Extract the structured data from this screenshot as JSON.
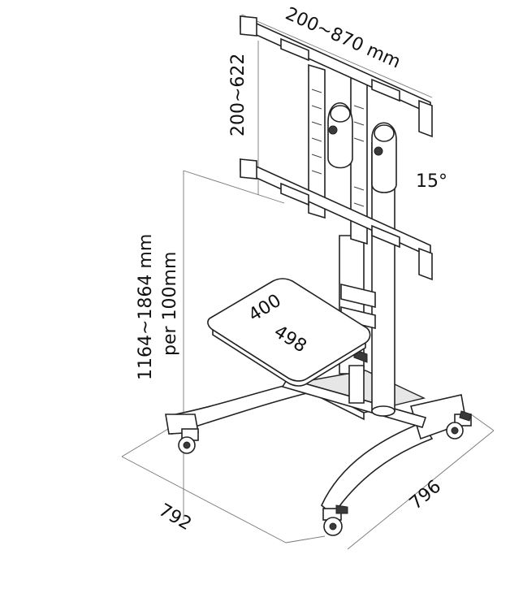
{
  "dimensions": {
    "screen_width": "200~870 mm",
    "screen_height": "200~622",
    "tilt": "15°",
    "height_range": "1164~1864 mm",
    "height_step": "per 100mm",
    "shelf_width": "400",
    "shelf_depth": "498",
    "base_depth": "792",
    "base_width": "796"
  }
}
